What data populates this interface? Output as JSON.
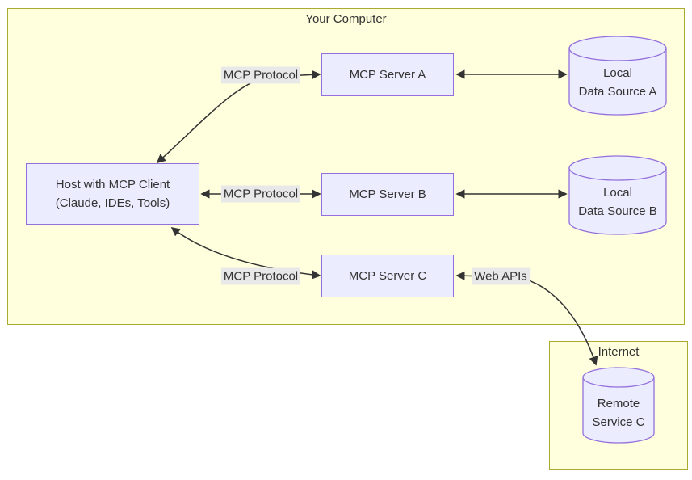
{
  "colors": {
    "canvas_bg": "#ffffff",
    "cluster_fill": "#ffffde",
    "cluster_border": "#aaaa33",
    "node_fill": "#ECECFF",
    "node_border": "#9370DB",
    "edge_label_bg": "#e8e8e8",
    "edge_color": "#333333",
    "text_color": "#333333"
  },
  "clusters": {
    "computer": {
      "label": "Your Computer"
    },
    "internet": {
      "label": "Internet"
    }
  },
  "nodes": {
    "host": {
      "line1": "Host with MCP Client",
      "line2": "(Claude, IDEs, Tools)"
    },
    "server_a": {
      "label": "MCP Server A"
    },
    "server_b": {
      "label": "MCP Server B"
    },
    "server_c": {
      "label": "MCP Server C"
    },
    "data_a": {
      "line1": "Local",
      "line2": "Data Source A"
    },
    "data_b": {
      "line1": "Local",
      "line2": "Data Source B"
    },
    "remote_c": {
      "line1": "Remote",
      "line2": "Service C"
    }
  },
  "edge_labels": {
    "host_server_a": "MCP Protocol",
    "host_server_b": "MCP Protocol",
    "host_server_c": "MCP Protocol",
    "server_c_remote": "Web APIs"
  }
}
